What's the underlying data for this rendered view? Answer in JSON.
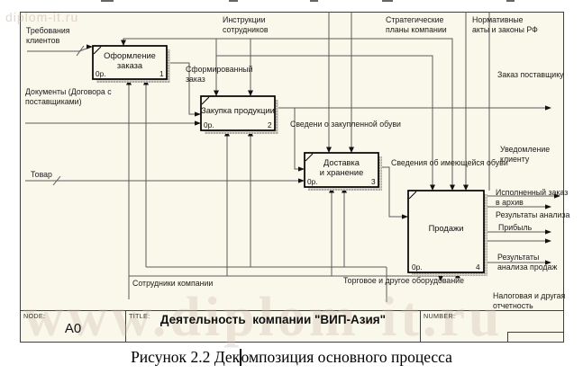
{
  "colors": {
    "canvas": "#faf8ea",
    "line": "#5a5a5a",
    "box_border": "#000000",
    "shadow": "#b5b2a6"
  },
  "watermark": {
    "top": "diplom-it.ru",
    "bottom": "www.diplom-it.ru"
  },
  "boxes": [
    {
      "title": "Оформление\nзаказа",
      "cost": "0р.",
      "num": "1"
    },
    {
      "title": "Закупка продукции",
      "cost": "0р.",
      "num": "2"
    },
    {
      "title": "Доставка\nи хранение",
      "cost": "0р.",
      "num": "3"
    },
    {
      "title": "Продажи",
      "cost": "0р.",
      "num": "4"
    }
  ],
  "labels": {
    "trebovaniya_klientov": "Требования\nклиентов",
    "dokumenty": "Документы (Договора с\nпоставщиками)",
    "tovar": "Товар",
    "instrukcii": "Инструкции\nсотрудников",
    "strategicheskie": "Стратегические\nпланы компании",
    "normativnye": "Нормативные\nакты и законы РФ",
    "sformirovannyy_zakaz": "Сформированный\nзаказ",
    "svedeni_zakuplennoy": "Сведени о закупленной обуви",
    "svedeniya_imeyushcheysya": "Сведения об имеющейся обуви",
    "zakaz_postavshchiku": "Заказ поставщику",
    "uvedomlenie_klientu": "Уведомление\nклиенту",
    "ispolnennyy_zakaz": "Исполненный заказ\nв архив",
    "rezultaty_analiza": "Результаты анализа",
    "pribyl": "Прибыль",
    "rezultaty_analiza_prodazh": "Результаты\nанализа продаж",
    "nalogovaya": "Налоговая и другая\nотчетность",
    "sotrudniki": "Сотрудники компании",
    "torgovoe": "Торговое и другое оборудование"
  },
  "titleblock": {
    "node_label": "NODE:",
    "node_value": "A0",
    "title_label": "TITLE:",
    "title_value": "Деятельность  компании \"ВИП-Азия\"",
    "number_label": "NUMBER:"
  },
  "caption": {
    "before_caret": "Рисунок 2.2 Дек",
    "after_caret": "омпозиция основного процесса"
  }
}
